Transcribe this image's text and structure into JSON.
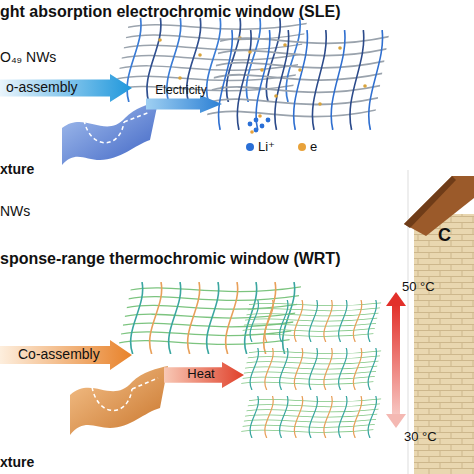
{
  "diagram": {
    "nodes": [
      {
        "text": [
          "o-assembly"
        ]
      },
      {
        "text": [
          "Electricity"
        ]
      },
      {
        "text": [
          "Co-assembly"
        ]
      },
      {
        "text": [
          "Heat"
        ]
      }
    ],
    "labels": [
      "ght absorption electrochromic window (SLE)",
      "O₄₉ NWs",
      "xture",
      "NWs",
      "sponse-range thermochromic window (WRT)",
      "50 °C",
      "30 °C",
      "xture",
      "C"
    ],
    "legend": [
      {
        "text": "Li⁺",
        "color": "#2a6fd6"
      },
      {
        "text": "e",
        "color": "#e8a23a"
      }
    ]
  }
}
